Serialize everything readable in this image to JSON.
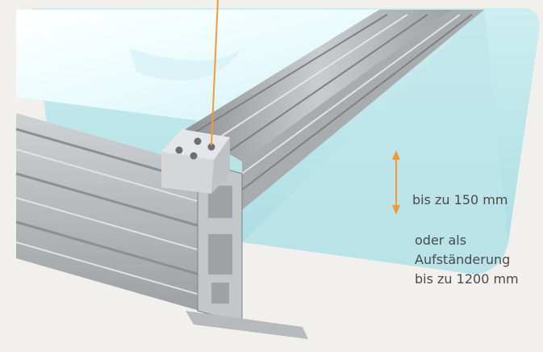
{
  "colors": {
    "background": "#f2f0ec",
    "insulation": "#bfe6ea",
    "aluminum": "#b9bcbf",
    "glass": "#e6f8fb",
    "pointer_line": "#f29a3a",
    "arrow": "#f29a3a",
    "caption_text": "#4a4a4a"
  },
  "labels": {
    "height_label": "bis zu 150 mm",
    "alternative_line1": "oder als",
    "alternative_line2": "Aufständerung",
    "alternative_line3": "bis zu 1200 mm"
  },
  "icons": {
    "pointer": "callout-line",
    "height_arrow": "double-headed-vertical-arrow"
  }
}
